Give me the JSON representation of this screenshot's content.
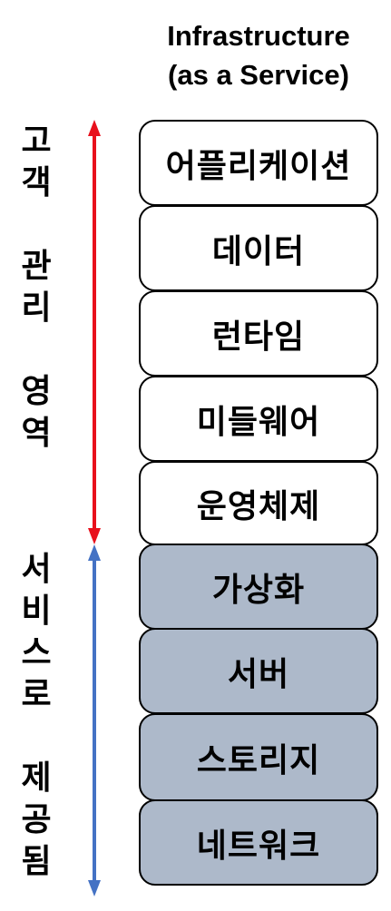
{
  "title": {
    "line1": "Infrastructure",
    "line2": "(as a Service)"
  },
  "customer_area": {
    "label_chars": [
      "고",
      "객",
      "",
      "관",
      "리",
      "",
      "영",
      "역"
    ],
    "arrow_color": "#e8101c",
    "layers": [
      "어플리케이션",
      "데이터",
      "런타임",
      "미들웨어",
      "운영체제"
    ],
    "fill": "#ffffff"
  },
  "provider_area": {
    "label_chars": [
      "서",
      "비",
      "스",
      "로",
      "",
      "제",
      "공",
      "됨"
    ],
    "arrow_color": "#4472c4",
    "layers": [
      "가상화",
      "서버",
      "스토리지",
      "네트워크"
    ],
    "fill": "#adb9ca"
  }
}
